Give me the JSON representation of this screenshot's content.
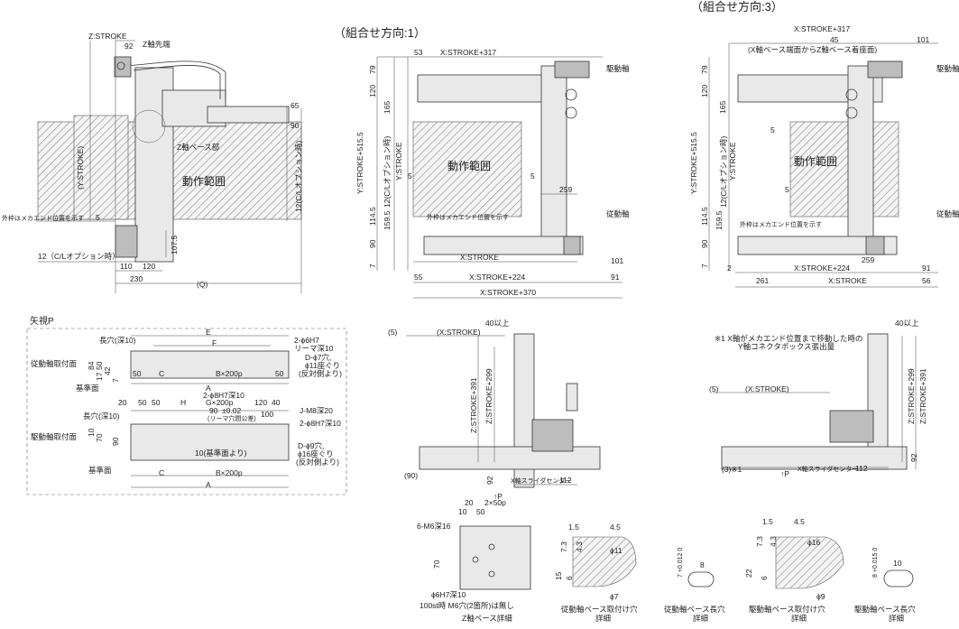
{
  "titles": {
    "dir1": "（組合せ方向:1）",
    "dir3": "（組合せ方向:3）",
    "arrow_p": "矢視P",
    "z_base_detail": "Z軸ベース詳細",
    "driven_mount_detail": "従動軸ベース取付け穴\n詳細",
    "driven_slot_detail": "従動軸ベース長穴\n詳細",
    "drive_mount_detail": "駆動軸ベース取付け穴\n詳細",
    "drive_slot_detail": "駆動軸ベース長穴\n詳細"
  },
  "left_view": {
    "z_stroke": "Z:STROKE",
    "d92": "92",
    "z_tip": "Z軸先端",
    "z_base_part": "Z軸ベース部",
    "range": "動作範囲",
    "y_stroke": "(Y:STROKE)",
    "outer_frame": "外枠はメカエンド位置を示す",
    "d5": "5",
    "d12_opt": "12(C/Lオプション時)",
    "d12_opt_h": "12（C/Lオプション時）",
    "d90": "90",
    "d65": "65",
    "d107_5": "107.5",
    "d110": "110",
    "d120": "120",
    "d230": "230",
    "q": "(Q)"
  },
  "dir1_view": {
    "x_stroke_317": "X:STROKE+317",
    "d53": "53",
    "drive_shaft": "駆動軸",
    "driven_shaft": "従動軸",
    "range": "動作範囲",
    "y_stroke_515": "Y:STROKE+515.5",
    "y_stroke": "Y:STROKE",
    "opt12": "12(C/Lオプション時)",
    "outer_frame": "外枠はメカエンド位置を示す",
    "d79": "79",
    "d120": "120",
    "d165": "165",
    "d114_5": "114.5",
    "d159_5": "159.5",
    "d90": "90",
    "d7": "7",
    "d5": "5",
    "d259": "259",
    "d55": "55",
    "d101": "101",
    "d91": "91",
    "x_stroke": "X:STROKE",
    "x_stroke_224": "X:STROKE+224",
    "x_stroke_370": "X:STROKE+370"
  },
  "dir3_view": {
    "x_stroke_317": "X:STROKE+317",
    "d45": "45",
    "d101": "101",
    "x_note": "(X軸ベース端面からZ軸ベース着座面)",
    "drive_shaft": "駆動軸",
    "driven_shaft": "従動軸",
    "range": "動作範囲",
    "y_stroke_515": "Y:STROKE+515.5",
    "y_stroke": "Y:STROKE",
    "opt12": "12(C/Lオプション時)",
    "outer_frame": "外枠はメカエンド位置を示す",
    "d79": "79",
    "d120": "120",
    "d165": "165",
    "d114_5": "114.5",
    "d159_5": "159.5",
    "d90": "90",
    "d7": "7",
    "d5": "5",
    "d2": "2",
    "d259": "259",
    "d261": "261",
    "d91": "91",
    "d56": "56",
    "x_stroke_224": "X:STROKE+224",
    "x_stroke": "X:STROKE"
  },
  "arrow_p_view": {
    "e": "E",
    "f": "F",
    "long_hole_10": "長穴(深10)",
    "phi6h7": "2-ϕ6H7",
    "ream10": "リーマ深10",
    "driven_mount": "従動軸取付面",
    "d84": "84",
    "d50": "50",
    "d17": "17",
    "d42": "42",
    "d7": "7",
    "phi7": "D-ϕ7穴,",
    "phi11": "ϕ11座ぐり",
    "opposite": "(反対側より)",
    "c": "C",
    "b200": "B×200p",
    "d50a": "50",
    "d50b": "50",
    "ref_face": "基準面",
    "a": "A",
    "d20": "20",
    "d50c": "50",
    "d50d": "50",
    "h": "H",
    "phi8h7": "2-ϕ8H7深10",
    "g200": "G×200p",
    "m8": "J-M8深20",
    "d120": "120",
    "d40": "40",
    "d90": "90",
    "tol": "±0.02",
    "ream_hole": "(リーマ穴間公差)",
    "d100": "100",
    "phi8h7b": "2-ϕ8H7深10",
    "long_hole_10b": "長穴(深10)",
    "drive_mount": "駆動軸取付面",
    "d10": "10",
    "d70": "70",
    "d90b": "90",
    "d10_ref": "10(基準面より)",
    "phi9": "D-ϕ9穴,",
    "phi16": "ϕ16座ぐり",
    "opposite2": "(反対側より)",
    "ref_face2": "基準面",
    "c2": "C",
    "b200b": "B×200p",
    "a2": "A"
  },
  "center_view": {
    "d5": "(5)",
    "x_stroke": "(X:STROKE)",
    "d40": "40以上",
    "z_stroke_391": "Z:STROKE+391",
    "z_stroke_299": "Z:STROKE+299",
    "d90": "(90)",
    "d92": "92",
    "slider": "X軸スライダセンター",
    "d112": "112",
    "p": "↑P"
  },
  "right_view": {
    "note": "※1 X軸がメカエンド位置まで移動した時の",
    "note2": "Y軸コネクタボックス張出量",
    "d40": "40以上",
    "d5": "(5)",
    "x_stroke": "(X:STROKE)",
    "z_stroke_299": "Z:STROKE+299",
    "z_stroke_391": "Z:STROKE+391",
    "d92": "92",
    "d3": "(3)※1",
    "slider": "X軸スライダセンター",
    "d112": "112",
    "p": "↑P"
  },
  "z_base": {
    "d20": "20",
    "p50": "2×50p",
    "d10": "10",
    "d50": "50",
    "m6": "6-M6深16",
    "d70": "70",
    "phi6h7": "ϕ6H7深10",
    "note": "100st時 M6穴(2箇所)は無し"
  },
  "driven_mount": {
    "d1_5": "1.5",
    "d4_5": "4.5",
    "d7_3": "7.3",
    "d4_3": "4.3",
    "phi11": "ϕ11",
    "d15": "15",
    "d6": "6",
    "phi7": "ϕ7"
  },
  "driven_slot": {
    "tol": "7 +0.012 0",
    "d8": "8"
  },
  "drive_mount": {
    "d1_5": "1.5",
    "d4_5": "4.5",
    "d7_3": "7.3",
    "d4_3": "4.3",
    "phi16": "ϕ16",
    "d22": "22",
    "d6": "6",
    "phi9": "ϕ9"
  },
  "drive_slot": {
    "tol": "8 +0.015 0",
    "d10": "10"
  }
}
